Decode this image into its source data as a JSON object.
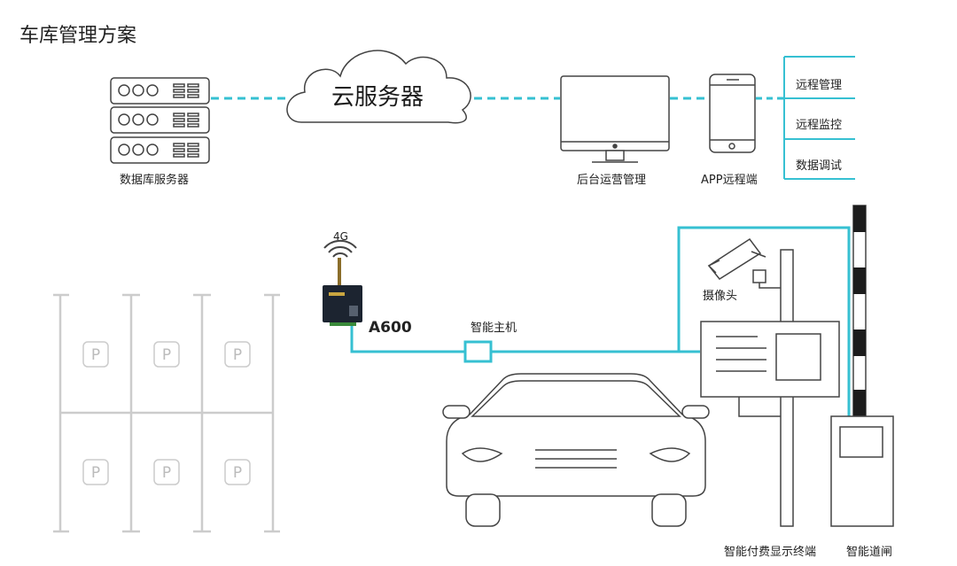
{
  "title": "车库管理方案",
  "cloud": {
    "label": "云服务器"
  },
  "db_server": {
    "label": "数据库服务器"
  },
  "backend": {
    "label": "后台运营管理"
  },
  "app": {
    "label": "APP远程端"
  },
  "features": [
    "远程管理",
    "远程监控",
    "数据调试"
  ],
  "gateway": {
    "signal": "4G",
    "model": "A600"
  },
  "host": {
    "label": "智能主机"
  },
  "camera": {
    "label": "摄像头"
  },
  "payment_terminal": {
    "label": "智能付费显示终端"
  },
  "barrier": {
    "label": "智能道闸"
  },
  "parking_spot_symbol": "P",
  "colors": {
    "link": "#36c0d2",
    "stroke": "#444444",
    "parking_lines": "#cccccc"
  }
}
